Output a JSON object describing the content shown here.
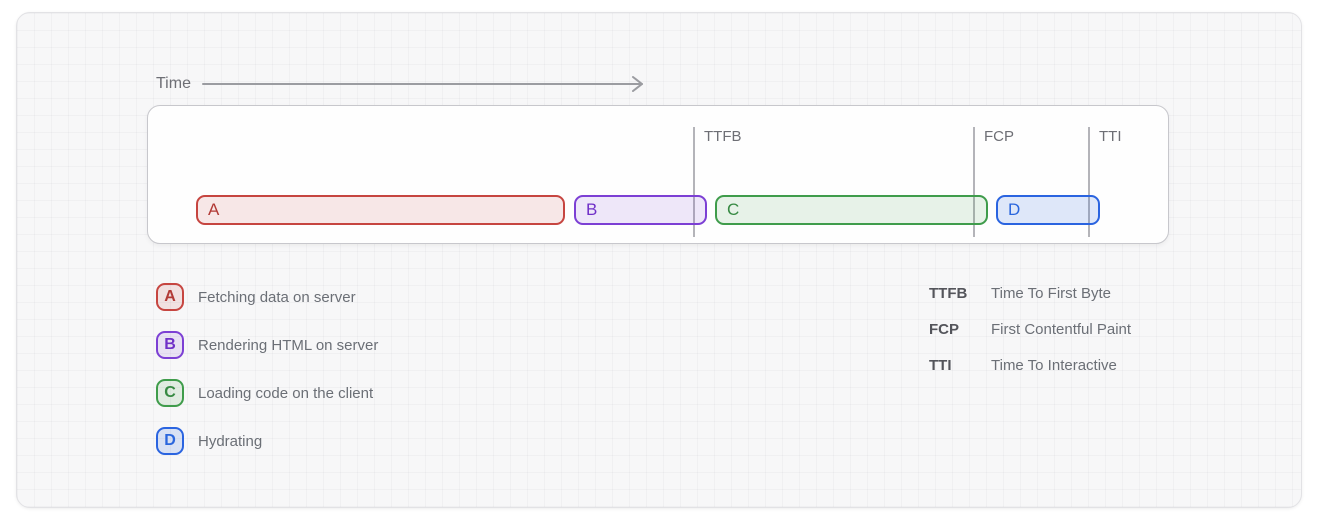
{
  "palette": {
    "phase_a_border": "#c64540",
    "phase_b_border": "#7c3fd4",
    "phase_c_border": "#3f9c4b",
    "phase_d_border": "#2a64e0",
    "marker_line": "#b4b4b9",
    "muted_text": "#6b6f76",
    "card_background": "#f7f7f8",
    "panel_background": "#fefefe"
  },
  "timeline": {
    "time_label": "Time",
    "markers": [
      {
        "label": "TTFB"
      },
      {
        "label": "FCP"
      },
      {
        "label": "TTI"
      }
    ],
    "bars": [
      {
        "label": "A"
      },
      {
        "label": "B"
      },
      {
        "label": "C"
      },
      {
        "label": "D"
      }
    ]
  },
  "legend": {
    "phases": [
      {
        "key": "A",
        "label": "Fetching data on server"
      },
      {
        "key": "B",
        "label": "Rendering HTML on server"
      },
      {
        "key": "C",
        "label": "Loading code on the client"
      },
      {
        "key": "D",
        "label": "Hydrating"
      }
    ],
    "metrics": [
      {
        "abbr": "TTFB",
        "name": "Time To First Byte"
      },
      {
        "abbr": "FCP",
        "name": "First Contentful Paint"
      },
      {
        "abbr": "TTI",
        "name": "Time To Interactive"
      }
    ]
  }
}
